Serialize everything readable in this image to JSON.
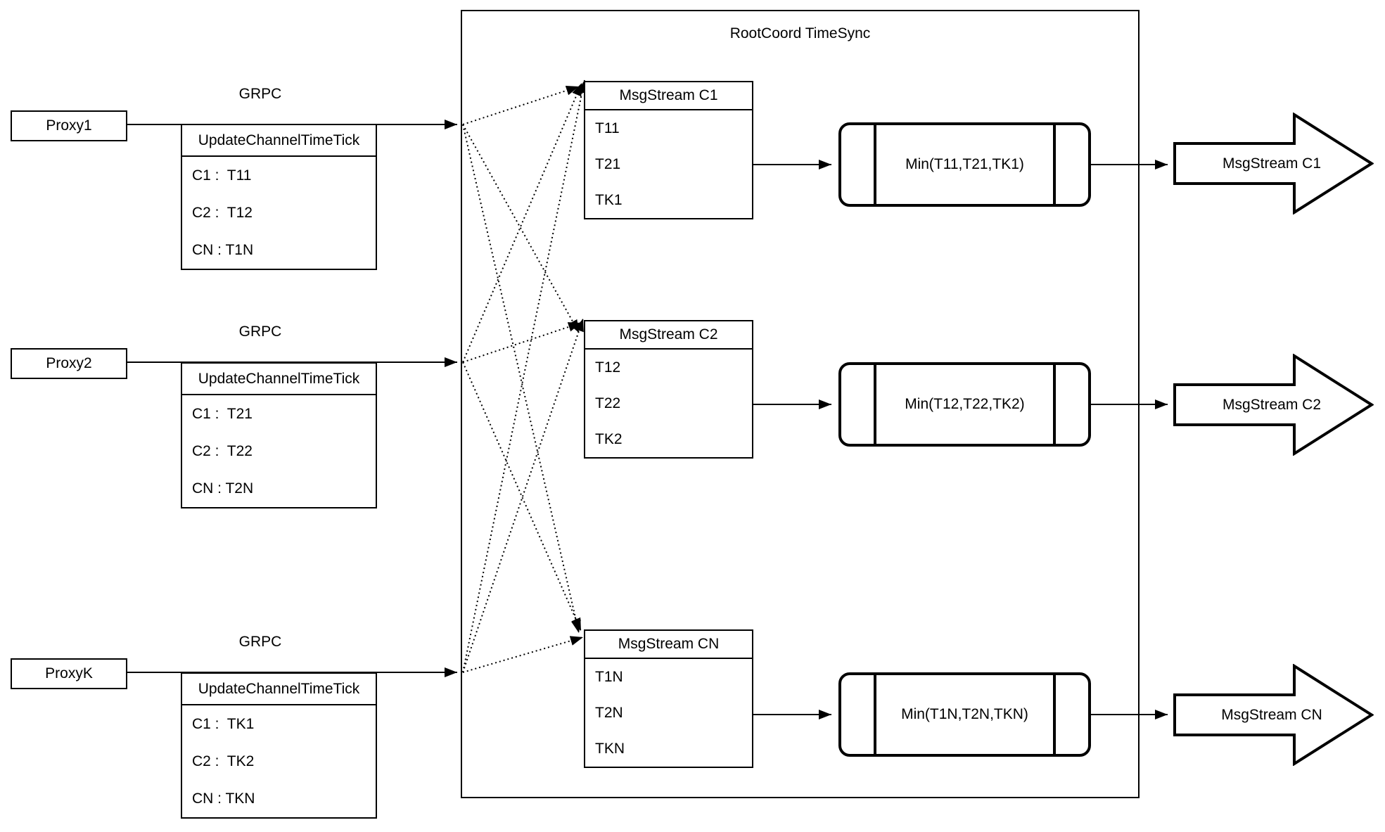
{
  "diagram": {
    "title": "RootCoord TimeSync",
    "colors": {
      "stroke": "#000000",
      "background": "#ffffff"
    },
    "proxies": [
      {
        "name": "Proxy1",
        "protocol": "GRPC",
        "table": {
          "header": "UpdateChannelTimeTick",
          "rows": [
            "C1 :  T11",
            "C2 :  T12",
            "CN : T1N"
          ]
        }
      },
      {
        "name": "Proxy2",
        "protocol": "GRPC",
        "table": {
          "header": "UpdateChannelTimeTick",
          "rows": [
            "C1 :  T21",
            "C2 :  T22",
            "CN : T2N"
          ]
        }
      },
      {
        "name": "ProxyK",
        "protocol": "GRPC",
        "table": {
          "header": "UpdateChannelTimeTick",
          "rows": [
            "C1 :  TK1",
            "C2 :  TK2",
            "CN : TKN"
          ]
        }
      }
    ],
    "streams": [
      {
        "header": "MsgStream C1",
        "rows": [
          "T11",
          "T21",
          "TK1"
        ],
        "min": "Min(T11,T21,TK1)",
        "output": "MsgStream C1"
      },
      {
        "header": "MsgStream C2",
        "rows": [
          "T12",
          "T22",
          "TK2"
        ],
        "min": "Min(T12,T22,TK2)",
        "output": "MsgStream C2"
      },
      {
        "header": "MsgStream CN",
        "rows": [
          "T1N",
          "T2N",
          "TKN"
        ],
        "min": "Min(T1N,T2N,TKN)",
        "output": "MsgStream CN"
      }
    ]
  }
}
